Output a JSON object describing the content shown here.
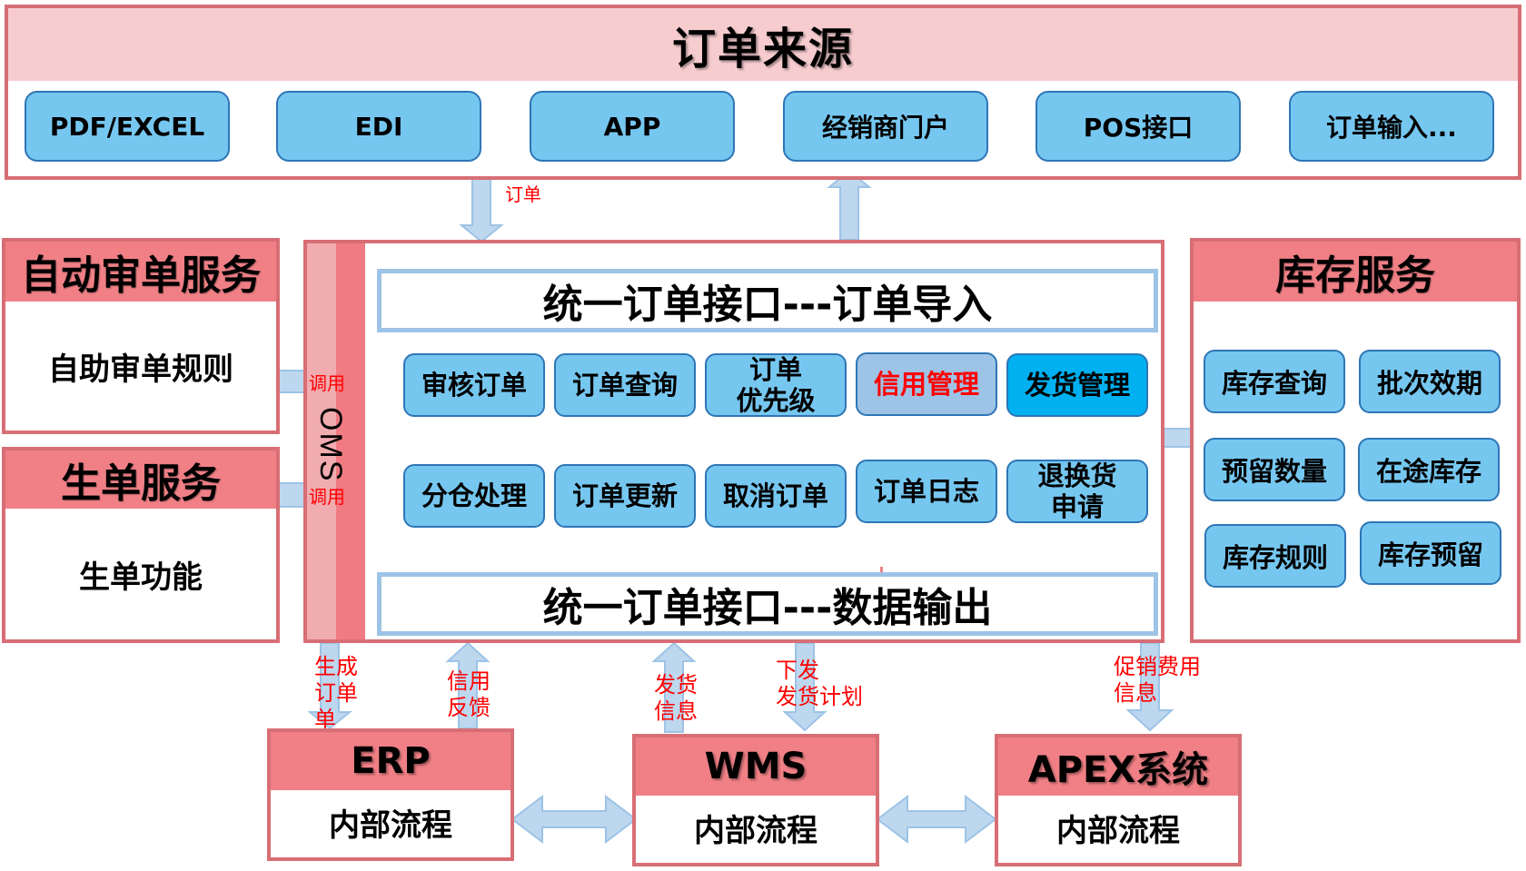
{
  "order_source": {
    "title": "订单来源",
    "channels": [
      "PDF/EXCEL",
      "EDI",
      "APP",
      "经销商门户",
      "POS接口",
      "订单输入..."
    ]
  },
  "auto_review_service": {
    "title": "自动审单服务",
    "content": "自助审单规则"
  },
  "order_generation_service": {
    "title": "生单服务",
    "content": "生单功能"
  },
  "oms": {
    "label": "OMS",
    "import_interface": "统一订单接口---订单导入",
    "export_interface": "统一订单接口---数据输出",
    "row1": [
      {
        "label": "审核订单",
        "style": "normal"
      },
      {
        "label": "订单查询",
        "style": "normal"
      },
      {
        "label": "订单\n优先级",
        "line1": "订单",
        "line2": "优先级",
        "style": "normal"
      },
      {
        "label": "信用管理",
        "style": "highlight-red-text"
      },
      {
        "label": "发货管理",
        "style": "highlight-blue"
      }
    ],
    "row2": [
      {
        "label": "分仓处理"
      },
      {
        "label": "订单更新"
      },
      {
        "label": "取消订单"
      },
      {
        "label": "订单日志"
      },
      {
        "label": "退换货\n申请",
        "line1": "退换货",
        "line2": "申请"
      }
    ]
  },
  "inventory_service": {
    "title": "库存服务",
    "items": [
      "库存查询",
      "批次效期",
      "预留数量",
      "在途库存",
      "库存规则",
      "库存预留"
    ]
  },
  "systems": [
    {
      "name": "ERP",
      "content": "内部流程"
    },
    {
      "name": "WMS",
      "content": "内部流程"
    },
    {
      "name": "APEX系统",
      "content": "内部流程"
    }
  ],
  "flow_labels": {
    "order_in": "订单",
    "call_1": "调用",
    "call_2": "调用",
    "generate_order": [
      "生成",
      "订单",
      "单"
    ],
    "credit_feedback": [
      "信用",
      "反馈"
    ],
    "ship_info": [
      "发货",
      "信息"
    ],
    "ship_plan": [
      "下发",
      "发货计划"
    ],
    "promo_info": [
      "促销费用",
      "信息"
    ]
  },
  "colors": {
    "panel_border": "#d86e75",
    "header_pink": "#f6cccf",
    "header_red": "#f08086",
    "button_blue": "#76c7f0",
    "button_border": "#2e75b6",
    "arrow_blue": "#bdd7ee",
    "label_red": "#ff0000"
  }
}
